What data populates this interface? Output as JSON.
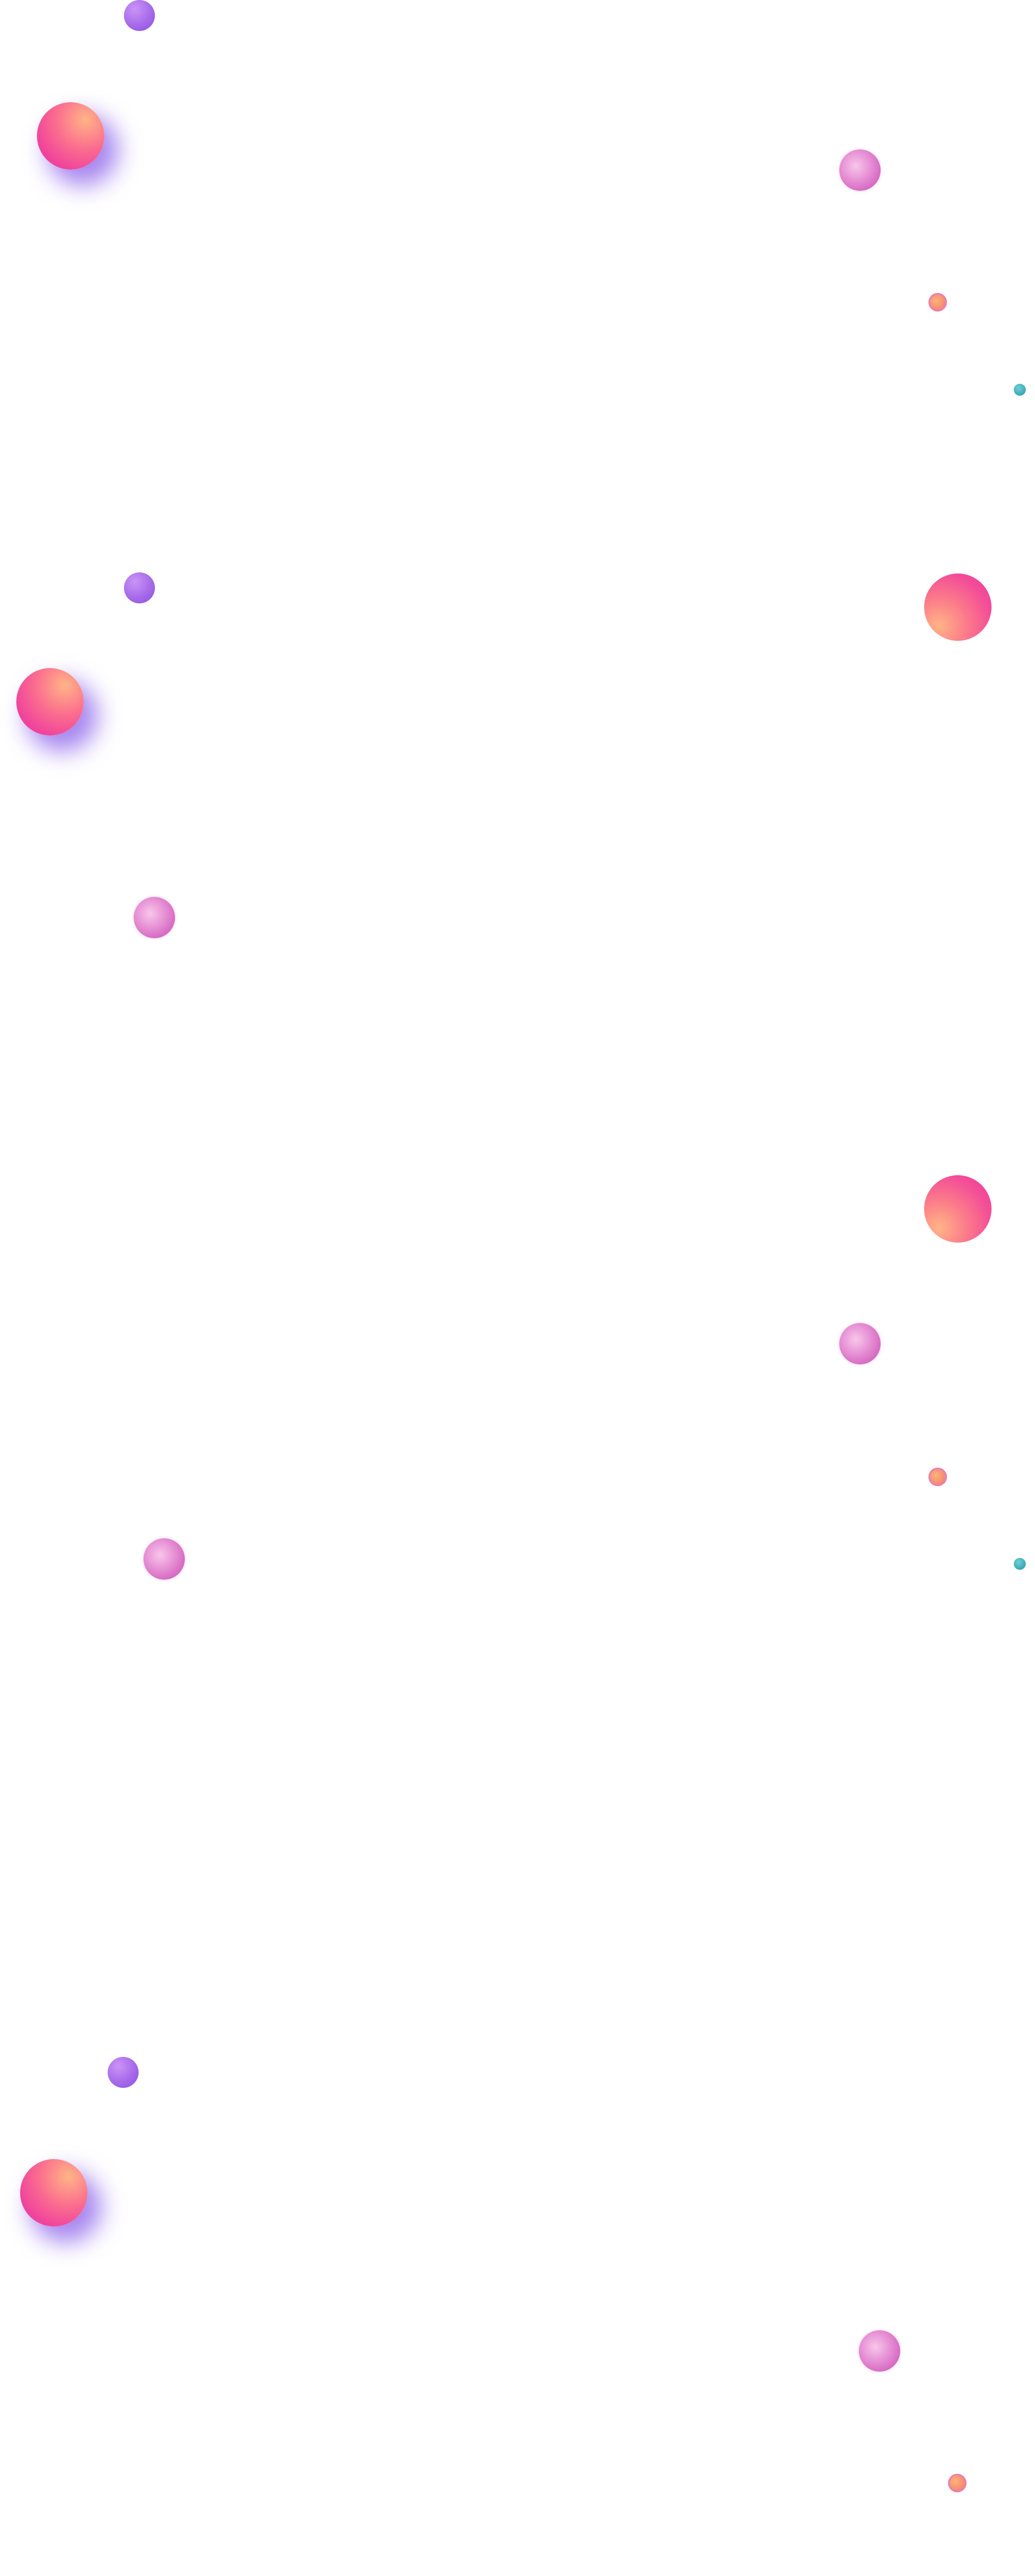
{
  "page": {
    "background": "#ffffff"
  },
  "decorations": {
    "orb_styles": [
      {
        "name": "glowing-pink-orb",
        "colors": [
          "#ffb486",
          "#f0449c",
          "#7846e6"
        ]
      },
      {
        "name": "large-pink-orb",
        "colors": [
          "#ffb486",
          "#ea3f9a"
        ]
      },
      {
        "name": "purple-orb",
        "colors": [
          "#cb94f6",
          "#8d4fe0"
        ]
      },
      {
        "name": "pink-orb",
        "colors": [
          "#f7c7ea",
          "#cf5cbb"
        ]
      },
      {
        "name": "tiny-orange-orb",
        "colors": [
          "#ffb27a",
          "#e97fb3"
        ]
      },
      {
        "name": "teal-dot",
        "colors": [
          "#6fd0d4",
          "#2f96a3"
        ]
      }
    ]
  }
}
